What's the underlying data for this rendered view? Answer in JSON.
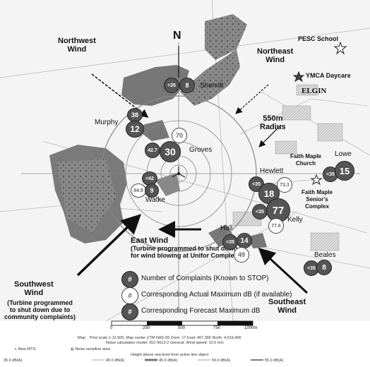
{
  "north": "N",
  "winds": {
    "nw": "Northwest\nWind",
    "ne": "Northeast\nWind",
    "sw": "Southwest\nWind",
    "sw_note": "(Turbine programmed\nto shut down due to\ncommunity complaints)",
    "se": "Southeast\nWind",
    "e": "East Wind",
    "e_note": "(Turbine programmed to shut down\nfor wind blowing at Unifor Complex)"
  },
  "radius_label": "550m\nRadius",
  "places": {
    "pesc": "PESC School",
    "ymca": "YMCA Daycare",
    "elgin": "ELGIN",
    "shemilt": "Shemilt",
    "murphy": "Murphy",
    "groves": "Groves",
    "hewlett": "Hewlett",
    "faith_church": "Faith Maple\nChurch",
    "lowe": "Lowe",
    "faith_senior": "Faith Maple\nSenior's\nComplex",
    "watke": "Watke",
    "kelly": "Kelly",
    "hall": "Hall",
    "beales": "Beales"
  },
  "markers": {
    "shemilt_fc": "<35",
    "shemilt_n": "8",
    "murphy_a": "38",
    "murphy_n": "12",
    "groves_a": "70",
    "groves_fc": "42.7",
    "groves_n": "30",
    "watke_fc": "<42",
    "watke_a": "84.9",
    "watke_n": "9",
    "hewlett_fc": "<35",
    "hewlett_n": "18",
    "hewlett_a": "73.3",
    "lowe_fc": "<35",
    "lowe_n": "15",
    "kelly_fc": "<35",
    "kelly_n": "77",
    "kelly_a": "77.6",
    "hall_fc": "<35",
    "hall_n": "14",
    "hall_a": "49",
    "beales_fc": "<35",
    "beales_n": "8"
  },
  "legend": {
    "symbol": "#",
    "complaints": "Number of Complaints (Known to STOP)",
    "actual": "Corresponding Actual Maximum dB (if available)",
    "forecast": "Corresponding Forecast Maximum dB"
  },
  "scale": {
    "ticks": [
      "0",
      "250",
      "500",
      "750",
      "1000m"
    ]
  },
  "footnotes": {
    "line1": "Map: . Print scale 1:12,500, Map center UTM NAD 83 Zone: 17 East: 467,366 North: 4,919,406",
    "line2": "Noise calculation model: ISO 9613-2 General. Wind speed: 10.0 m/s",
    "new_wtg": "New WTG",
    "noise_area": "Noise sensitive area",
    "height_note": "Height above sea level from active line object",
    "contours": [
      "35.0 dB(A)",
      "40.0 dB(A)",
      "45.0 dB(A)",
      "50.0 dB(A)",
      "55.0 dB(A)"
    ]
  }
}
